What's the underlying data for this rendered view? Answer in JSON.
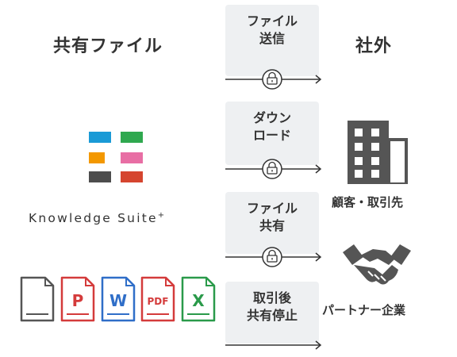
{
  "left_heading": "共有ファイル",
  "right_heading": "社外",
  "brand": {
    "name": "Knowledge Suite",
    "mark": "+"
  },
  "actions": [
    {
      "label": "ファイル\n送信"
    },
    {
      "label": "ダウン\nロード"
    },
    {
      "label": "ファイル\n共有"
    },
    {
      "label": "取引後\n共有停止"
    }
  ],
  "externals": [
    {
      "label": "顧客・取引先",
      "icon": "building-icon"
    },
    {
      "label": "パートナー企業",
      "icon": "handshake-icon"
    }
  ],
  "file_icons": [
    {
      "icon": "blank-file-icon",
      "letter": "",
      "color": "#555555"
    },
    {
      "icon": "powerpoint-file-icon",
      "letter": "P",
      "color": "#d43b3b"
    },
    {
      "icon": "word-file-icon",
      "letter": "W",
      "color": "#2f6ec8"
    },
    {
      "icon": "pdf-file-icon",
      "letter": "PDF",
      "color": "#d43b3b"
    },
    {
      "icon": "excel-file-icon",
      "letter": "X",
      "color": "#2a9a4a"
    }
  ],
  "logo_colors": [
    "#1a9ad6",
    "#2fa84f",
    "#f39800",
    "#e86ea4",
    "#4d4d4d",
    "#d5452f"
  ],
  "line_color": "#333333"
}
